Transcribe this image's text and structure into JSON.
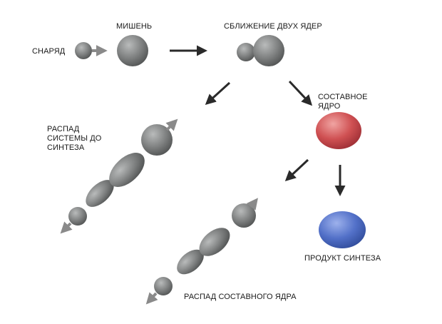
{
  "labels": {
    "projectile": "СНАРЯД",
    "target": "МИШЕНЬ",
    "approach": "СБЛИЖЕНИЕ ДВУХ ЯДЕР",
    "compound_line1": "СОСТАВНОЕ",
    "compound_line2": "ЯДРО",
    "prefusion_line1": "РАСПАД",
    "prefusion_line2": "СИСТЕМЫ ДО",
    "prefusion_line3": "СИНТЕЗА",
    "product": "ПРОДУКТ СИНТЕЗА",
    "compound_decay": "РАСПАД СОСТАВНОГО ЯДРА"
  },
  "colors": {
    "nucleus": "#7d7f7f",
    "compound": "#c94a4d",
    "product": "#4f6fc4",
    "arrow": "#2a2a2a",
    "spin_arrow": "#8a8a8a",
    "text": "#1a1a1a"
  }
}
